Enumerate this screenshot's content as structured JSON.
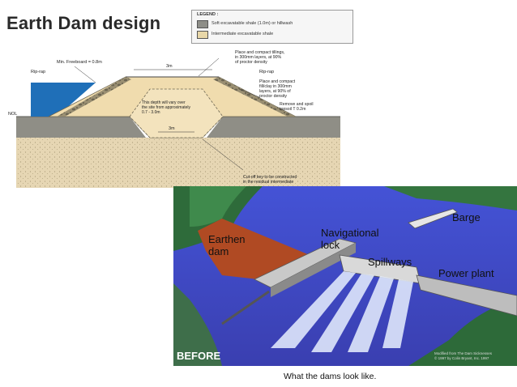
{
  "title": "Earth Dam design",
  "legend": {
    "title": "LEGEND :",
    "items": [
      {
        "label": "Soft excavatable shale (1.0m) or hillwash",
        "color": "#8e8e88"
      },
      {
        "label": "Intermediate excavatable shale",
        "color": "#e8d7a8"
      }
    ]
  },
  "cross_section": {
    "labels": {
      "freeboard": "Min. Freeboard = 0.8m",
      "riprap_left": "Rip-rap",
      "nol": "NOL",
      "crest_width": "3m",
      "tillings": "Place and compact tillings, in 300mm layers, at 90% of proctor density",
      "riprap_right": "Rip-rap",
      "fill": "Place and compact fill/clay in 300mm layers, at 90% of proctor density",
      "topsoil": "Remove and spoil topsoil T 0.2m",
      "depth_note": "This depth will vary over the site from approximately 0.7 - 3.0m",
      "base_width": "3m",
      "cutoff": "Cut-off key to be constructed in the residual intermediate"
    }
  },
  "illustration": {
    "labels": {
      "earthen_dam": "Earthen dam",
      "navigational_lock": "Navigational lock",
      "barge": "Barge",
      "spillways": "Spillways",
      "power_plant": "Power plant",
      "before": "BEFORE",
      "credit": "Modified from The Dam Sicknesses © 1997 by Colin Bryant, Inc. 1997"
    }
  },
  "caption": "What the dams look like.",
  "colors": {
    "water": "#1f6fb8",
    "fill": "#f0dcae",
    "ground": "#8f8e86",
    "sky": "#3f4dcc",
    "earthen_dam": "#b04a23"
  }
}
